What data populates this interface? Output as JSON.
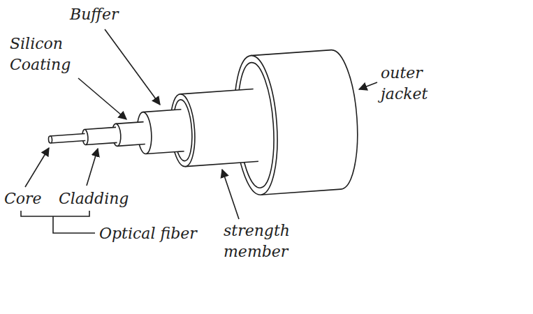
{
  "diagram": {
    "labels": [
      "Buffer",
      "Silicon Coating",
      "outer jacket",
      "strength member",
      "Core",
      "Cladding",
      "Optical fiber"
    ]
  }
}
